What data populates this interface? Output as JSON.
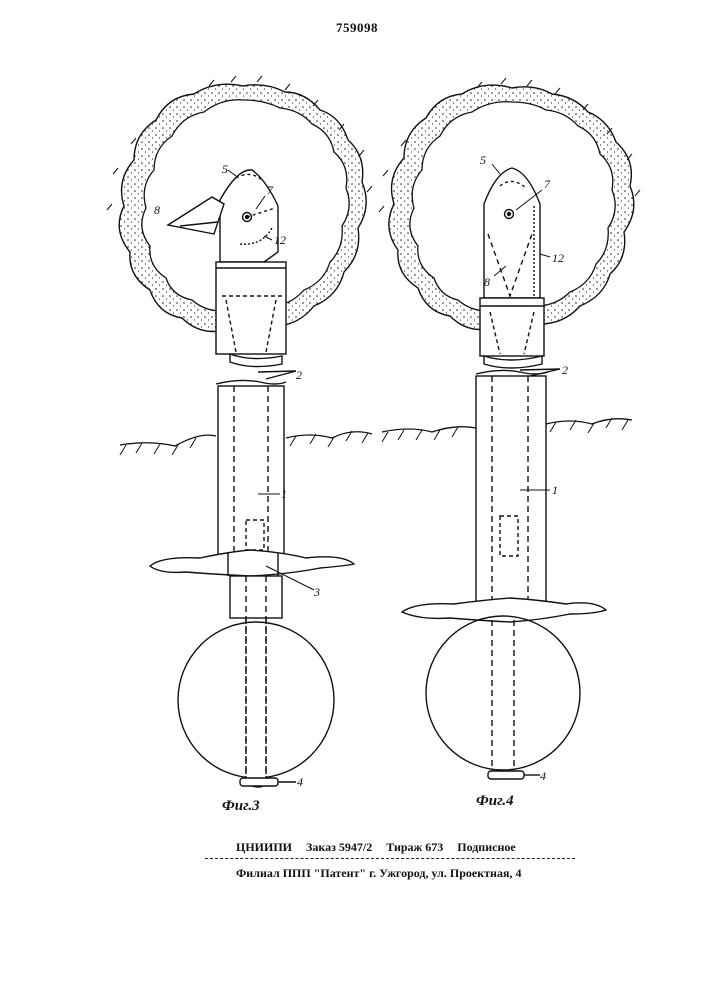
{
  "header": {
    "patent_number": "759098"
  },
  "figures": [
    {
      "caption": "Фиг.3",
      "labels": {
        "l5": "5",
        "l7": "7",
        "l8": "8",
        "l12": "12",
        "l2": "2",
        "l1": "1",
        "l3": "3",
        "l4": "4"
      }
    },
    {
      "caption": "Фиг.4",
      "labels": {
        "l5": "5",
        "l7": "7",
        "l8": "8",
        "l12": "12",
        "l2": "2",
        "l1": "1",
        "l4": "4"
      }
    }
  ],
  "footer": {
    "org": "ЦНИИПИ",
    "order_label": "Заказ",
    "order_value": "5947/2",
    "circulation_label": "Тираж",
    "circulation_value": "673",
    "subscription": "Подписное",
    "branch_line": "Филиал ППП \"Патент\" г. Ужгород, ул. Проектная, 4"
  }
}
